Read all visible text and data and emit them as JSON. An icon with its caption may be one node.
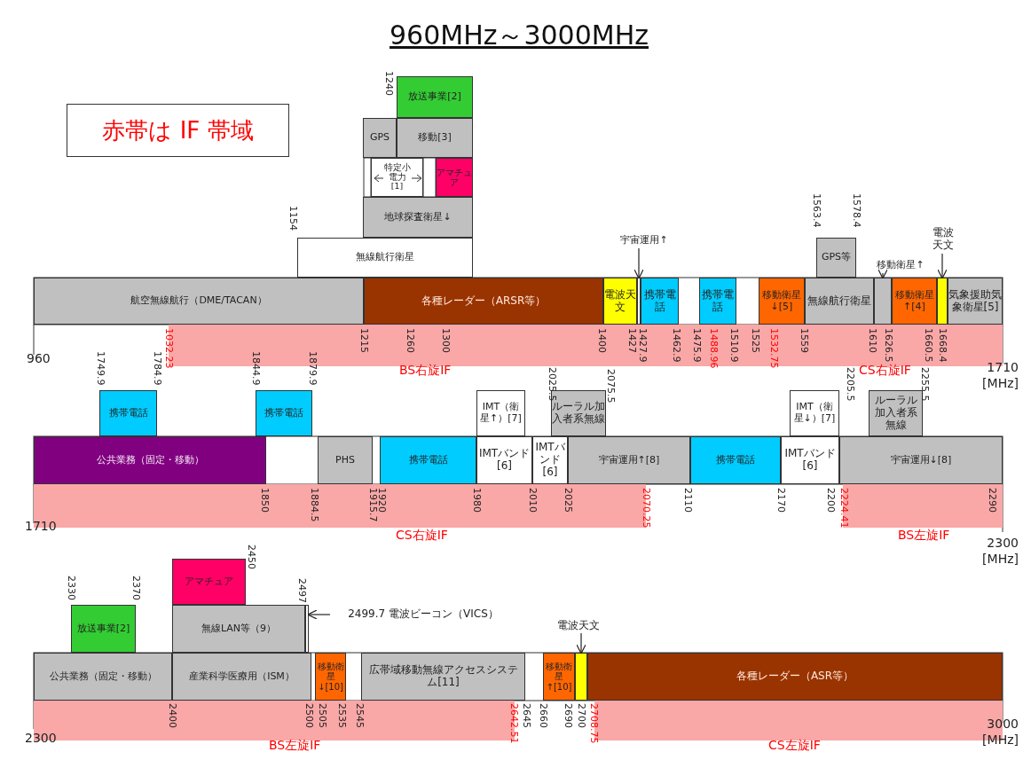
{
  "diagram": {
    "title": "960MHz～3000MHz",
    "nodes": [
      {
        "text": [
          "赤帯は IF 帯域"
        ]
      },
      {
        "text": [
          "放送事業[2]"
        ]
      },
      {
        "text": [
          "GPS"
        ]
      },
      {
        "text": [
          "移動[3]"
        ]
      },
      {
        "text": [
          "特定小電力[1]"
        ]
      },
      {
        "text": [
          "アマチュア"
        ]
      },
      {
        "text": [
          "地球探査衛星↓"
        ]
      },
      {
        "text": [
          "無線航行衛星"
        ]
      },
      {
        "text": [
          "航空無線航行（DME/TACAN）"
        ]
      },
      {
        "text": [
          "各種レーダー（ARSR等）"
        ]
      },
      {
        "text": [
          "電波天文"
        ]
      },
      {
        "text": [],
        "shape": "box"
      },
      {
        "text": [
          "携帯電話"
        ]
      },
      {
        "text": [
          "携帯電話"
        ]
      },
      {
        "text": [
          "移動衛星↓[5]"
        ]
      },
      {
        "text": [
          "GPS等"
        ]
      },
      {
        "text": [
          "無線航行衛星"
        ]
      },
      {
        "text": [],
        "shape": "box"
      },
      {
        "text": [
          "移動衛星↑[4]"
        ]
      },
      {
        "text": [],
        "shape": "box"
      },
      {
        "text": [
          "気象援助気象衛星[5]"
        ]
      },
      {
        "text": [
          "宇宙運用↑"
        ]
      },
      {
        "text": [
          "移動衛星↑"
        ]
      },
      {
        "text": [
          "電波天文"
        ]
      },
      {
        "text": [
          "携帯電話"
        ]
      },
      {
        "text": [
          "携帯電話"
        ]
      },
      {
        "text": [
          "IMT（衛星↑）[7]"
        ]
      },
      {
        "text": [
          "ルーラル加入者系無線"
        ]
      },
      {
        "text": [
          "IMT（衛星↓）[7]"
        ]
      },
      {
        "text": [
          "ルーラル加入者系無線"
        ]
      },
      {
        "text": [
          "公共業務（固定・移動）"
        ]
      },
      {
        "text": [
          "PHS"
        ]
      },
      {
        "text": [
          "携帯電話"
        ]
      },
      {
        "text": [
          "IMTバンド[6]"
        ]
      },
      {
        "text": [
          "IMTバンド[6]"
        ]
      },
      {
        "text": [
          "宇宙運用↑[8]"
        ]
      },
      {
        "text": [
          "携帯電話"
        ]
      },
      {
        "text": [
          "IMTバンド[6]"
        ]
      },
      {
        "text": [
          "宇宙運用↓[8]"
        ]
      },
      {
        "text": [
          "アマチュア"
        ]
      },
      {
        "text": [
          "放送事業[2]"
        ]
      },
      {
        "text": [
          "無線LAN等（9）"
        ]
      },
      {
        "text": [],
        "shape": "box"
      },
      {
        "text": [
          "2499.7 電波ビーコン（VICS）"
        ]
      },
      {
        "text": [
          "公共業務（固定・移動）"
        ]
      },
      {
        "text": [
          "産業科学医療用（ISM）"
        ]
      },
      {
        "text": [
          "移動衛星↓[10]"
        ]
      },
      {
        "text": [
          "広帯域移動無線アクセスシステム[11]"
        ]
      },
      {
        "text": [
          "移動衛星↑[10]"
        ]
      },
      {
        "text": [],
        "shape": "box"
      },
      {
        "text": [
          "各種レーダー（ASR等）"
        ]
      },
      {
        "text": [
          "電波天文"
        ]
      },
      {
        "text": [],
        "shape": "bar"
      },
      {
        "text": [],
        "shape": "bar"
      },
      {
        "text": [],
        "shape": "bar"
      },
      {
        "text": [],
        "shape": "bar"
      },
      {
        "text": [],
        "shape": "bar"
      }
    ],
    "edges": [
      {
        "from": 21,
        "to": 11,
        "arrow": "to"
      },
      {
        "from": 22,
        "to": 17,
        "arrow": "to"
      },
      {
        "from": 23,
        "to": 19,
        "arrow": "to"
      },
      {
        "from": 43,
        "to": 42,
        "arrow": "to"
      },
      {
        "from": 51,
        "to": 49,
        "arrow": "to"
      }
    ],
    "labels": [
      "1240",
      "1154",
      "1563.4",
      "1578.4",
      "960",
      "1032.23",
      "1215",
      "1260",
      "1300",
      "1400",
      "1427",
      "1427.9",
      "1462.9",
      "1475.9",
      "1488.96",
      "1510.9",
      "1525",
      "1532.75",
      "1559",
      "1610",
      "1626.5",
      "1660.5",
      "1668.4",
      "1749.9",
      "1784.9",
      "1844.9",
      "1879.9",
      "BS右旋IF",
      "2025.5",
      "2075.5",
      "2205.5",
      "CS右旋IF",
      "2255.5",
      "1710 [MHz]",
      "1710",
      "1850",
      "1884.5",
      "1915.7",
      "1920",
      "1980",
      "2010",
      "2025",
      "2070.25",
      "2110",
      "2170",
      "2200",
      "2224.41",
      "2290",
      "CS右旋IF",
      "BS左旋IF",
      "2300 [MHz]",
      "2330",
      "2370",
      "2450",
      "2497",
      "2300",
      "2400",
      "2500",
      "2505",
      "2535",
      "2545",
      "2642.51",
      "2645",
      "2660",
      "2690",
      "2700",
      "2708.75",
      "3000 [MHz]",
      "BS左旋IF",
      "CS左旋IF"
    ]
  }
}
